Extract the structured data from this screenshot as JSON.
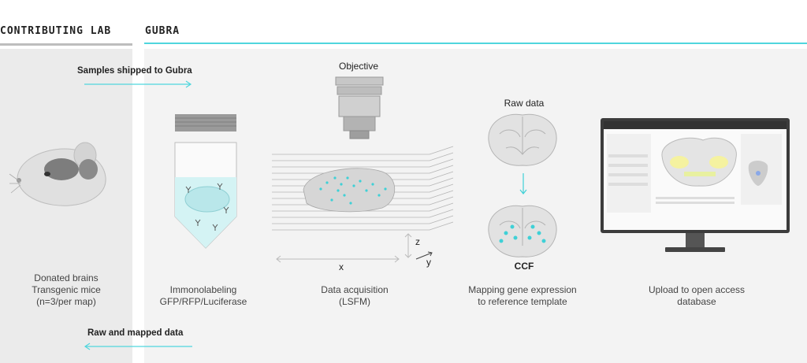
{
  "headers": {
    "contributing_lab": "CONTRIBUTING LAB",
    "gubra": "GUBRA"
  },
  "flows": {
    "samples_shipped": "Samples shipped to Gubra",
    "raw_mapped": "Raw and mapped data"
  },
  "steps": [
    {
      "line1": "Donated brains",
      "line2": "Transgenic mice",
      "line3": "(n=3/per map)"
    },
    {
      "line1": "Immonolabeling",
      "line2": "GFP/RFP/Luciferase"
    },
    {
      "line1": "Data acquisition",
      "line2": "(LSFM)"
    },
    {
      "line1": "Mapping gene expression",
      "line2": "to reference template"
    },
    {
      "line1": "Upload to open access",
      "line2": "database"
    }
  ],
  "labels": {
    "objective": "Objective",
    "raw_data": "Raw data",
    "ccf": "CCF",
    "axis_x": "x",
    "axis_y": "y",
    "axis_z": "z"
  },
  "colors": {
    "accent": "#4fd6dd",
    "cyan_dots": "#3fd0d6",
    "panel_gray": "#ebebeb",
    "panel_light": "#f3f3f3"
  }
}
